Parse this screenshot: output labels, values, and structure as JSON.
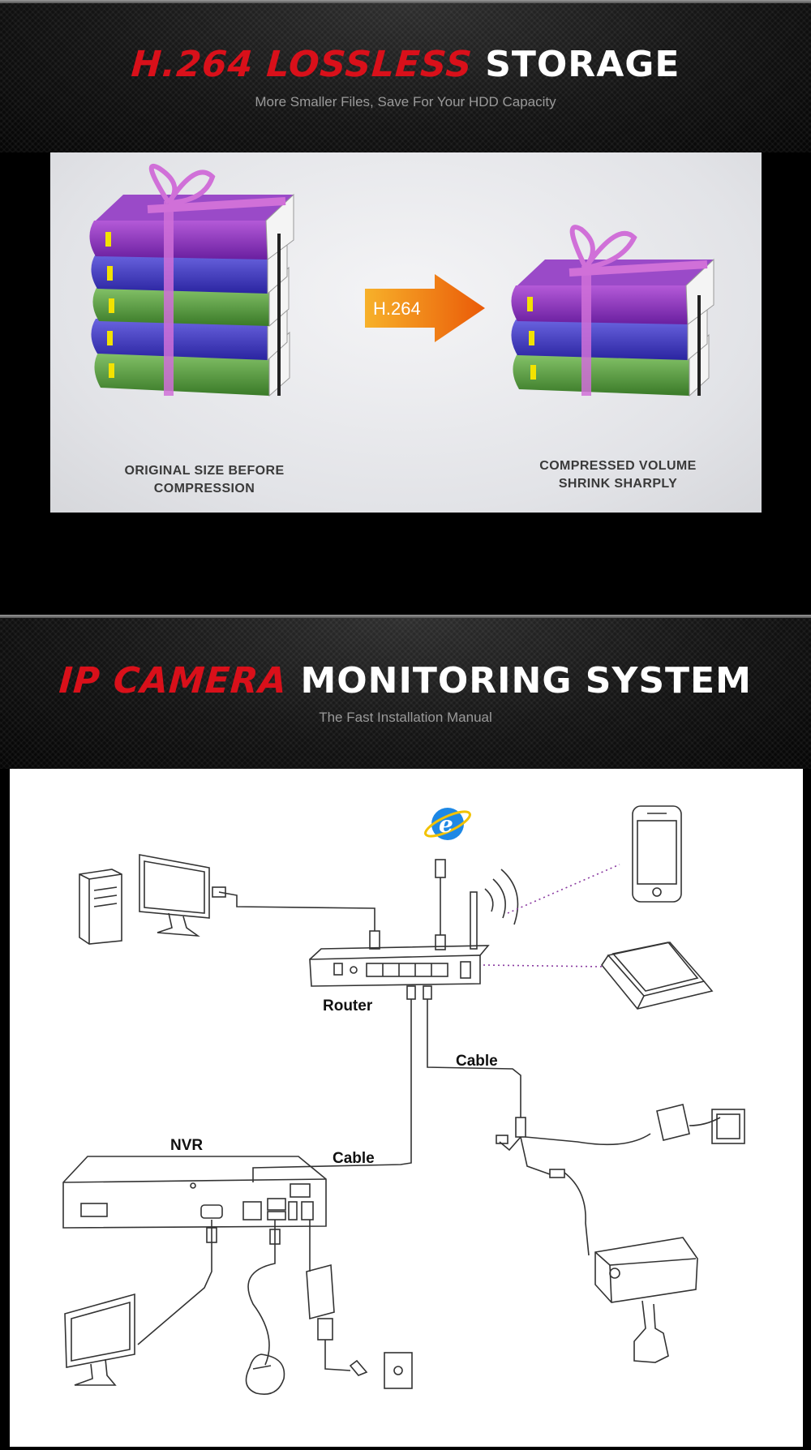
{
  "section1": {
    "title_red": "H.264 LOSSLESS",
    "title_white": "STORAGE",
    "subtitle": "More Smaller Files, Save For Your HDD Capacity",
    "arrow_label": "H.264",
    "caption_left_line1": "ORIGINAL SIZE BEFORE",
    "caption_left_line2": "COMPRESSION",
    "caption_right_line1": "COMPRESSED VOLUME",
    "caption_right_line2": "SHRINK SHARPLY"
  },
  "section2": {
    "title_red": "IP CAMERA",
    "title_white": "MONITORING SYSTEM",
    "subtitle": "The Fast Installation Manual",
    "diagram": {
      "router_label": "Router",
      "nvr_label": "NVR",
      "cable_label_1": "Cable",
      "cable_label_2": "Cable",
      "browser_icon_letter": "e"
    }
  },
  "colors": {
    "accent_red": "#d9101a",
    "arrow_orange": "#f08a10",
    "book_purple": "#8a2fc0",
    "book_blue": "#3a35c0",
    "book_green": "#4f9a3a",
    "ribbon": "#d070d8"
  }
}
